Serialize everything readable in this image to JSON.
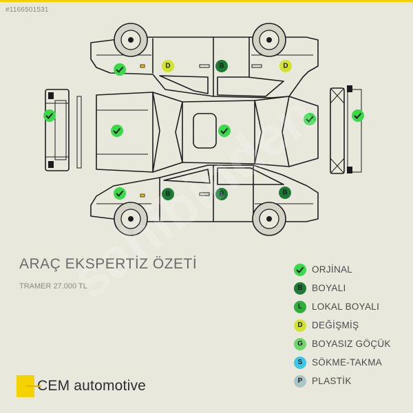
{
  "listing_id": "#1166501531",
  "title": "ARAÇ EKSPERTİZ ÖZETİ",
  "tramer": "TRAMER 27.000 TL",
  "brand": "CEM automotive",
  "watermark": "sahibinden",
  "colors": {
    "orijinal": "#39d94a",
    "boyali": "#1d7a36",
    "lokal_boyali": "#2fae3c",
    "degismis": "#cfe42a",
    "boyasiz_gocuk": "#6fd56c",
    "sokme_takma": "#3cc9e8",
    "plastik": "#a9c5c6"
  },
  "legend": [
    {
      "symbol": "check",
      "letter": "",
      "label": "ORJİNAL",
      "color": "#39d94a"
    },
    {
      "symbol": "letter",
      "letter": "B",
      "label": "BOYALI",
      "color": "#1d7a36"
    },
    {
      "symbol": "letter",
      "letter": "L",
      "label": "LOKAL BOYALI",
      "color": "#2fae3c"
    },
    {
      "symbol": "letter",
      "letter": "D",
      "label": "DEĞİŞMİŞ",
      "color": "#cfe42a"
    },
    {
      "symbol": "letter",
      "letter": "G",
      "label": "BOYASIZ GÖÇÜK",
      "color": "#6fd56c"
    },
    {
      "symbol": "letter",
      "letter": "S",
      "label": "SÖKME-TAKMA",
      "color": "#3cc9e8"
    },
    {
      "symbol": "letter",
      "letter": "P",
      "label": "PLASTİK",
      "color": "#a9c5c6"
    }
  ],
  "parts": [
    {
      "name": "left-front-fender",
      "status": "check"
    },
    {
      "name": "left-front-door",
      "status": "D"
    },
    {
      "name": "left-rear-door",
      "status": "B"
    },
    {
      "name": "left-rear-fender",
      "status": "D"
    },
    {
      "name": "front-bumper",
      "status": "check"
    },
    {
      "name": "hood",
      "status": "check"
    },
    {
      "name": "roof",
      "status": "check"
    },
    {
      "name": "trunk-lid",
      "status": "check"
    },
    {
      "name": "rear-bumper",
      "status": "check"
    },
    {
      "name": "right-front-fender",
      "status": "check"
    },
    {
      "name": "right-front-door",
      "status": "B"
    },
    {
      "name": "right-rear-door",
      "status": "B"
    },
    {
      "name": "right-rear-fender",
      "status": "B"
    }
  ]
}
